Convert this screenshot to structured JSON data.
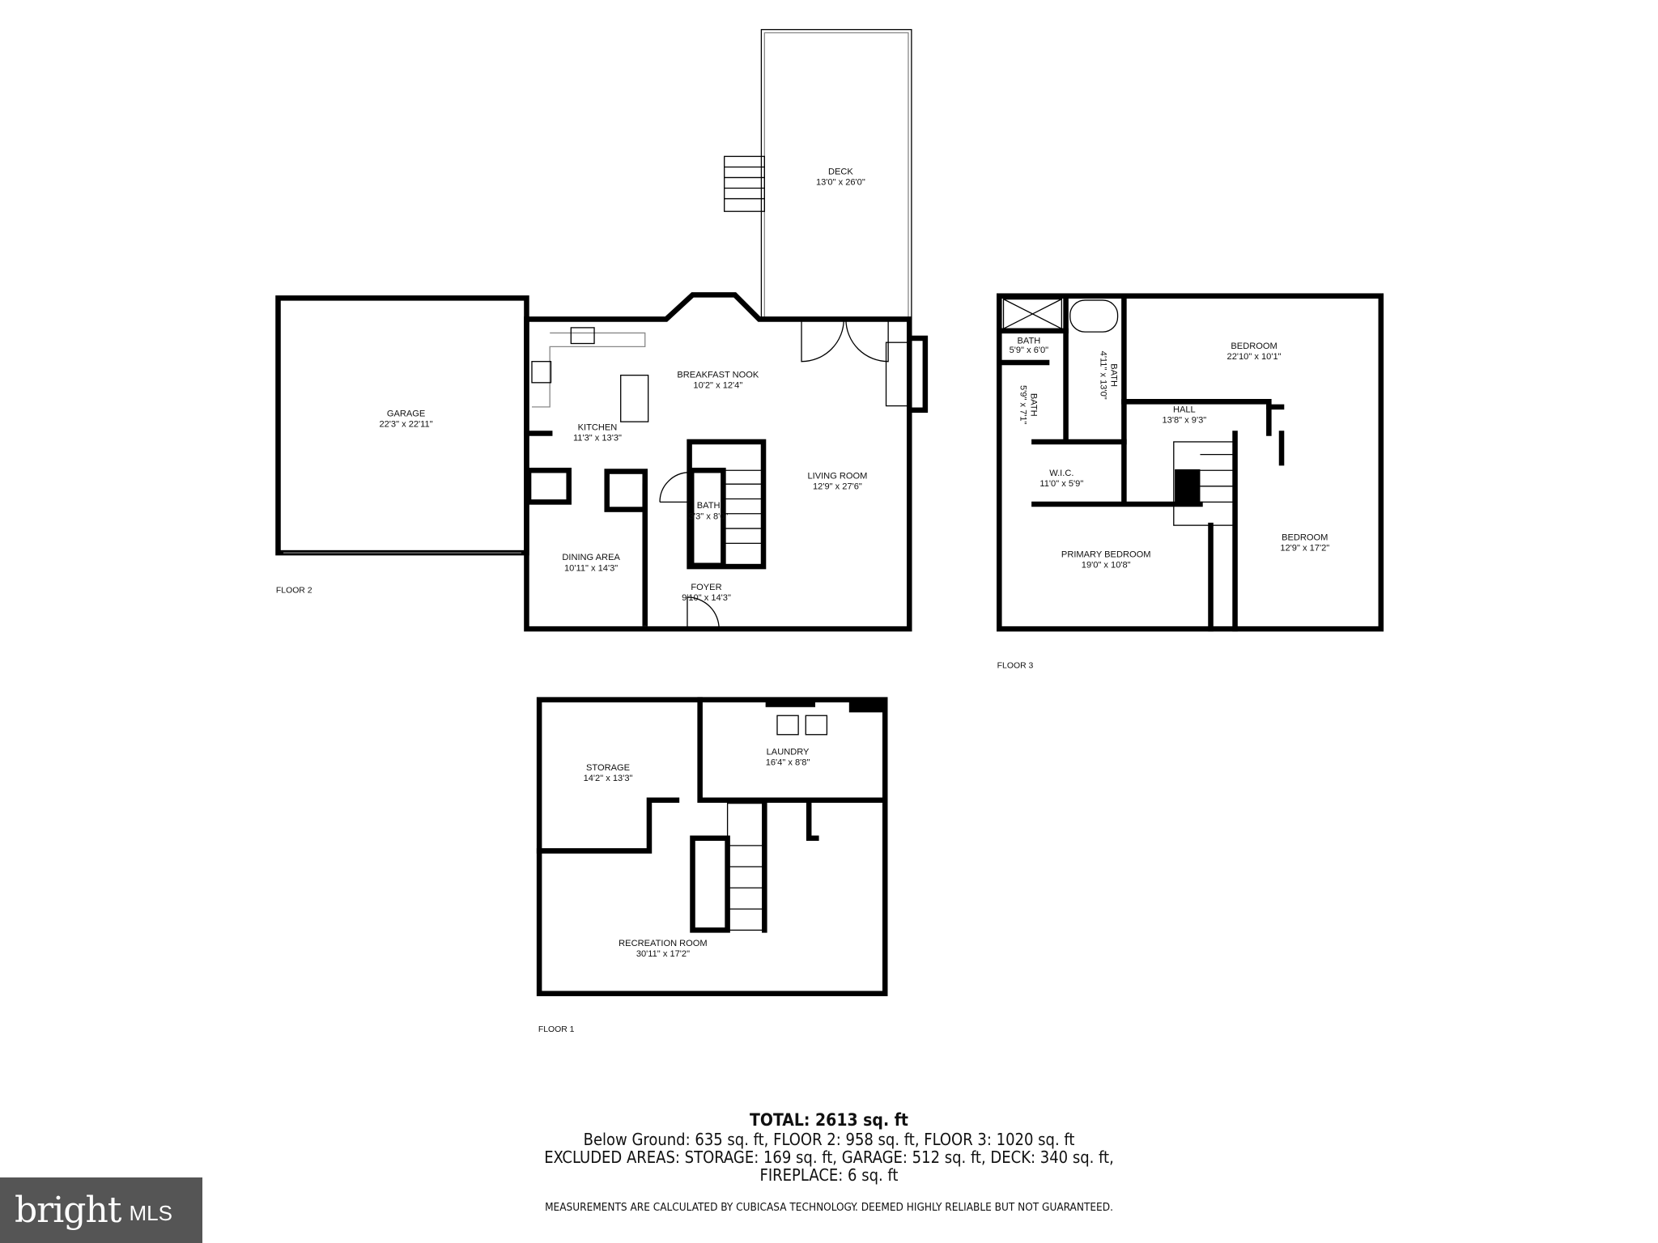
{
  "floors": {
    "floor2": {
      "label": "FLOOR 2",
      "rooms": [
        {
          "name": "DECK",
          "dims": "13'0\" x 26'0\""
        },
        {
          "name": "GARAGE",
          "dims": "22'3\" x 22'11\""
        },
        {
          "name": "BREAKFAST NOOK",
          "dims": "10'2\" x 12'4\""
        },
        {
          "name": "KITCHEN",
          "dims": "11'3\" x 13'3\""
        },
        {
          "name": "LIVING ROOM",
          "dims": "12'9\" x 27'6\""
        },
        {
          "name": "BATH",
          "dims": "3'3\" x 8'0\""
        },
        {
          "name": "DINING AREA",
          "dims": "10'11\" x 14'3\""
        },
        {
          "name": "FOYER",
          "dims": "9'10\" x 14'3\""
        }
      ]
    },
    "floor3": {
      "label": "FLOOR 3",
      "rooms": [
        {
          "name": "BATH",
          "dims": "5'9\" x 6'0\""
        },
        {
          "name": "BATH",
          "dims": "4'11\" x 13'0\""
        },
        {
          "name": "BATH",
          "dims": "5'9\" x 7'1\""
        },
        {
          "name": "BEDROOM",
          "dims": "22'10\" x 10'1\""
        },
        {
          "name": "HALL",
          "dims": "13'8\" x 9'3\""
        },
        {
          "name": "W.I.C.",
          "dims": "11'0\" x 5'9\""
        },
        {
          "name": "PRIMARY BEDROOM",
          "dims": "19'0\" x 10'8\""
        },
        {
          "name": "BEDROOM",
          "dims": "12'9\" x 17'2\""
        }
      ]
    },
    "floor1": {
      "label": "FLOOR 1",
      "rooms": [
        {
          "name": "STORAGE",
          "dims": "14'2\" x 13'3\""
        },
        {
          "name": "LAUNDRY",
          "dims": "16'4\" x 8'8\""
        },
        {
          "name": "RECREATION ROOM",
          "dims": "30'11\" x 17'2\""
        }
      ]
    }
  },
  "summary": {
    "total": "TOTAL: 2613 sq. ft",
    "line1": "Below Ground: 635 sq. ft, FLOOR 2: 958 sq. ft, FLOOR 3: 1020 sq. ft",
    "line2": "EXCLUDED AREAS: STORAGE: 169 sq. ft, GARAGE: 512 sq. ft, DECK: 340 sq. ft,",
    "line3": "FIREPLACE: 6 sq. ft",
    "disclaimer": "MEASUREMENTS ARE CALCULATED BY CUBICASA TECHNOLOGY. DEEMED HIGHLY RELIABLE BUT NOT GUARANTEED."
  },
  "logo": {
    "brand": "bright",
    "suffix": "MLS",
    "background": "#555555"
  }
}
